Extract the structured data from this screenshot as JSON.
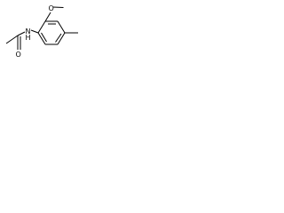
{
  "molecule": {
    "atoms": [
      {
        "id": "O1",
        "label": "O",
        "show": true
      },
      {
        "id": "N1",
        "label": "N",
        "show": true
      },
      {
        "id": "H1",
        "label": "H",
        "show": true
      },
      {
        "id": "O2",
        "label": "O",
        "show": true
      }
    ]
  }
}
